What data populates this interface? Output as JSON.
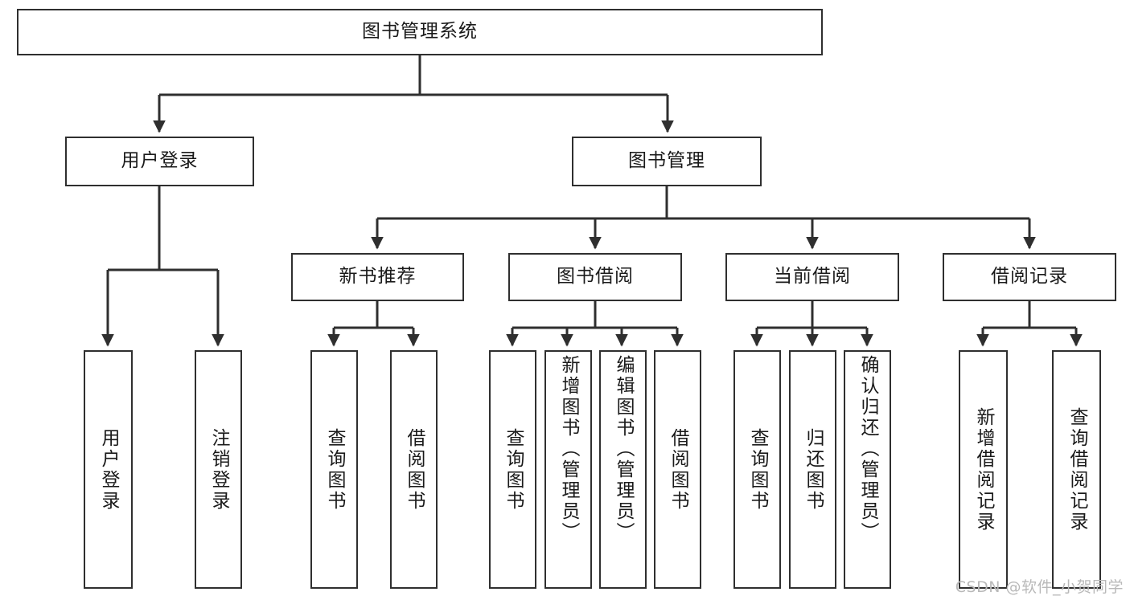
{
  "diagram": {
    "title": "图书管理系统",
    "type": "tree",
    "colors": {
      "node_border": "#2f2f2f",
      "node_fill": "#ffffff",
      "edge": "#2f2f2f",
      "text": "#1a1a1a",
      "watermark": "#b9b9b9",
      "background": "#ffffff"
    },
    "root": {
      "label": "图书管理系统"
    },
    "level2": [
      {
        "label": "用户登录"
      },
      {
        "label": "图书管理"
      }
    ],
    "level3": [
      {
        "label": "新书推荐"
      },
      {
        "label": "图书借阅"
      },
      {
        "label": "当前借阅"
      },
      {
        "label": "借阅记录"
      }
    ],
    "leaves": {
      "user_login": [
        {
          "label": "用户登录"
        },
        {
          "label": "注销登录"
        }
      ],
      "new_book": [
        {
          "label": "查询图书"
        },
        {
          "label": "借阅图书"
        }
      ],
      "book_borrow": [
        {
          "label": "查询图书"
        },
        {
          "label": "新增图书（管理员）"
        },
        {
          "label": "编辑图书（管理员）"
        },
        {
          "label": "借阅图书"
        }
      ],
      "current_borrow": [
        {
          "label": "查询图书"
        },
        {
          "label": "归还图书"
        },
        {
          "label": "确认归还（管理员）"
        }
      ],
      "borrow_record": [
        {
          "label": "新增借阅记录"
        },
        {
          "label": "查询借阅记录"
        }
      ]
    }
  },
  "watermark": {
    "text": "CSDN @软件_小贺同学"
  }
}
